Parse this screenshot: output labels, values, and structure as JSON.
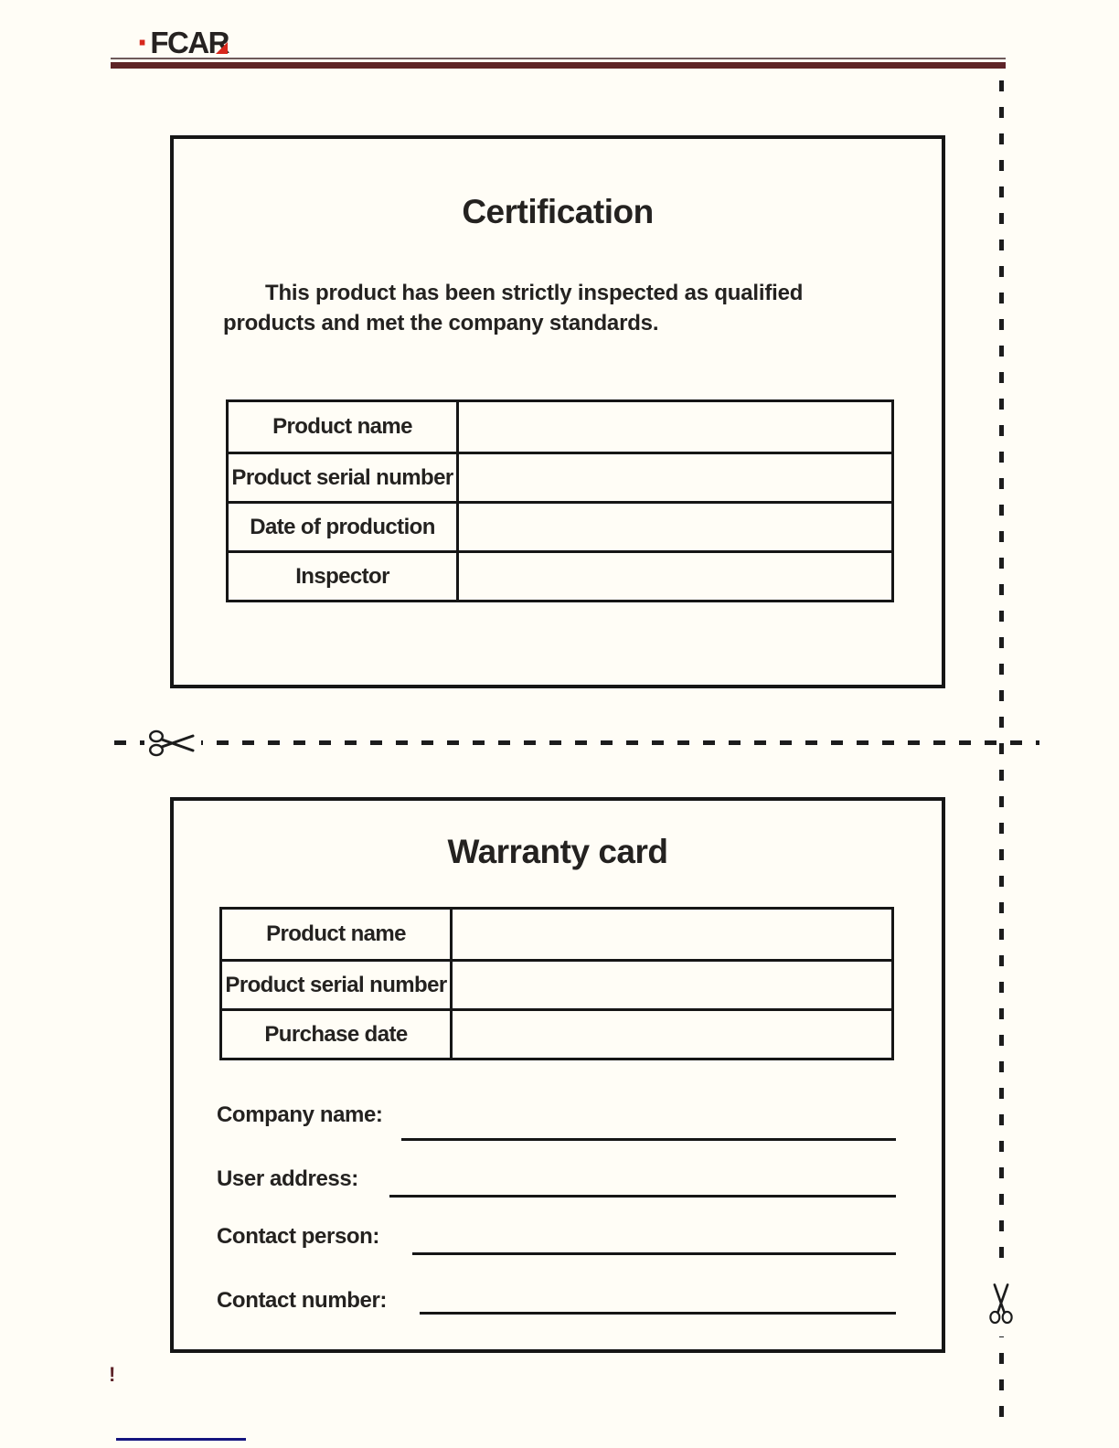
{
  "page": {
    "background": "#fffdf6"
  },
  "header": {
    "logo": {
      "dot": "·",
      "text": "FCAR"
    },
    "accent_red": "#d7281d",
    "rule_color": "#5e2429"
  },
  "certification": {
    "title": "Certification",
    "body": "This product has been strictly inspected as qualified products and met the company standards.",
    "table": {
      "rows": [
        {
          "label": "Product name",
          "value": ""
        },
        {
          "label": "Product serial number",
          "value": ""
        },
        {
          "label": "Date of production",
          "value": ""
        },
        {
          "label": "Inspector",
          "value": ""
        }
      ]
    }
  },
  "cut_line": {
    "horizontal_scissors_icon": "scissors-pointing-right",
    "vertical_scissors_icon": "scissors-pointing-up"
  },
  "warranty": {
    "title": "Warranty card",
    "table": {
      "rows": [
        {
          "label": "Product name",
          "value": ""
        },
        {
          "label": "Product serial number",
          "value": ""
        },
        {
          "label": "Purchase date",
          "value": ""
        }
      ]
    },
    "fields": [
      {
        "label": "Company name:",
        "value": ""
      },
      {
        "label": "User address:",
        "value": ""
      },
      {
        "label": "Contact person:",
        "value": ""
      },
      {
        "label": "Contact number:",
        "value": ""
      }
    ]
  },
  "footer": {
    "mark": "!",
    "link_line_color": "#15157e"
  }
}
